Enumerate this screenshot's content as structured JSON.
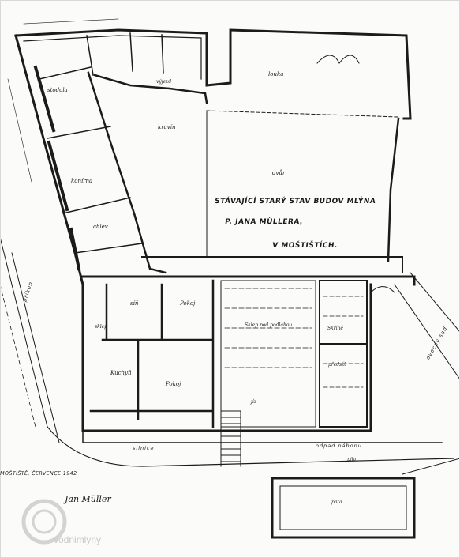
{
  "plan": {
    "title_lines": [
      "STÁVAJÍCÍ STARÝ STAV BUDOV MLÝNA",
      "P. JANA MÜLLERA,",
      "V MOŠTIŠTÍCH."
    ],
    "date": "MOŠTIŠTĚ, ČERVENCE 1942",
    "signature": "Jan Müller",
    "watermark": "vodnimlyny",
    "rooms": {
      "dvur": "dvůr",
      "louka": "louka",
      "stodola": "stodola",
      "chlev": "chlév",
      "konirna": "konírna",
      "sklep": "sklep",
      "kravin": "kravín",
      "pokoj1": "Pokoj",
      "pokoj2": "Pokoj",
      "kuchyn": "Kuchyň",
      "sin": "síň",
      "sklep_pod_podlahou": "Sklep pod podlahou",
      "skrine": "Skříně",
      "predsin": "předsíň",
      "jiz": "jíz",
      "vyjezd": "výjezd",
      "ovocny_sad": "ovocný sad",
      "pila": "pila",
      "pata": "pata"
    },
    "street": {
      "label1": "silnice",
      "label2": "odpad náhonu",
      "label3": "příkop"
    }
  }
}
